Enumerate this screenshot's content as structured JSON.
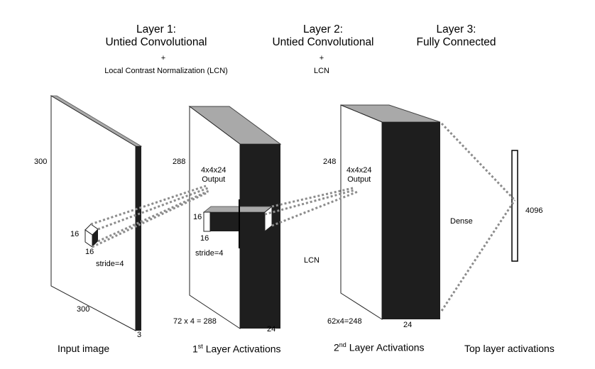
{
  "headers": [
    {
      "title": "Layer 1:",
      "subtitle": "Untied Convolutional",
      "plus": "+",
      "note": "Local Contrast Normalization  (LCN)"
    },
    {
      "title": "Layer 2:",
      "subtitle": "Untied Convolutional",
      "plus": "+",
      "note": "LCN"
    },
    {
      "title": "Layer 3:",
      "subtitle": "Fully Connected",
      "plus": "",
      "note": ""
    }
  ],
  "input": {
    "height": "300",
    "width": "300",
    "depth": "3",
    "patch_h": "16",
    "patch_w": "16",
    "stride": "stride=4"
  },
  "layer1": {
    "height": "288",
    "filter": "4x4x24",
    "filter_sub": "Output",
    "patch_h": "16",
    "patch_w": "16",
    "stride": "stride=4",
    "bottom": "72 x 4 = 288",
    "depth": "24",
    "lcn": "LCN"
  },
  "layer2": {
    "height": "248",
    "filter": "4x4x24",
    "filter_sub": "Output",
    "bottom": "62x4=248",
    "depth": "24",
    "dense": "Dense"
  },
  "layer3": {
    "size": "4096"
  },
  "captions": {
    "input": "Input image",
    "layer1_num": "1",
    "layer1_sup": "st",
    "layer1_rest": " Layer Activations",
    "layer2_num": "2",
    "layer2_sup": "nd",
    "layer2_rest": " Layer Activations",
    "top": "Top layer activations"
  },
  "colors": {
    "dark": "#1e1e1e",
    "top_face": "#a9a9a9",
    "dotted": "#8c8c8c"
  }
}
